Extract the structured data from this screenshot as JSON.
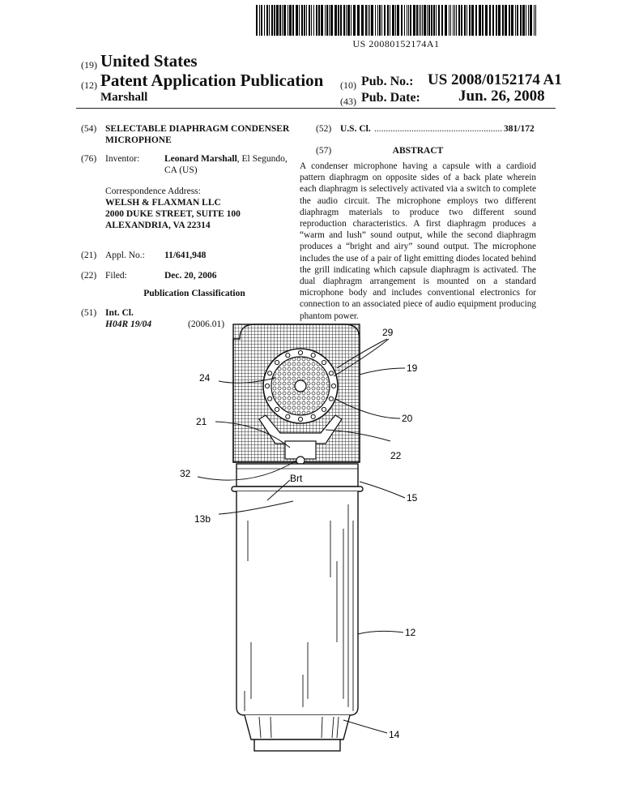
{
  "barcode": {
    "number": "US 20080152174A1"
  },
  "header": {
    "code19": "(19)",
    "country": "United States",
    "code12": "(12)",
    "doc_type": "Patent Application Publication",
    "inventor_surname": "Marshall",
    "code10": "(10)",
    "pub_no_label": "Pub. No.:",
    "pub_no": "US 2008/0152174 A1",
    "code43": "(43)",
    "pub_date_label": "Pub. Date:",
    "pub_date": "Jun. 26, 2008"
  },
  "left_column": {
    "title_code": "(54)",
    "title": "SELECTABLE DIAPHRAGM CONDENSER MICROPHONE",
    "inventor_code": "(76)",
    "inventor_label": "Inventor:",
    "inventor_name": "Leonard Marshall",
    "inventor_location": ", El Segundo, CA (US)",
    "correspondence_label": "Correspondence Address:",
    "correspondence_lines": [
      "WELSH & FLAXMAN LLC",
      "2000 DUKE STREET, SUITE 100",
      "ALEXANDRIA, VA 22314"
    ],
    "appl_code": "(21)",
    "appl_label": "Appl. No.:",
    "appl_no": "11/641,948",
    "filed_code": "(22)",
    "filed_label": "Filed:",
    "filed_date": "Dec. 20, 2006",
    "classification_heading": "Publication Classification",
    "intcl_code": "(51)",
    "intcl_label": "Int. Cl.",
    "intcl_class": "H04R 19/04",
    "intcl_version": "(2006.01)"
  },
  "right_column": {
    "uscl_code": "(52)",
    "uscl_label": "U.S. Cl.",
    "uscl_dots": "........................................................",
    "uscl_value": "381/172",
    "abstract_code": "(57)",
    "abstract_heading": "ABSTRACT",
    "abstract_text": "A condenser microphone having a capsule with a cardioid pattern diaphragm on opposite sides of a back plate wherein each diaphragm is selectively activated via a switch to complete the audio circuit. The microphone employs two different diaphragm materials to produce two different sound reproduction characteristics. A first diaphragm produces a “warm and lush” sound output, while the second diaphragm produces a “bright and airy” sound output. The microphone includes the use of a pair of light emitting diodes located behind the grill indicating which capsule diaphragm is activated. The dual diaphragm arrangement is mounted on a standard microphone body and includes conventional electronics for connection to an associated piece of audio equipment producing phantom power."
  },
  "figure": {
    "switch_label": "Brt",
    "ref_labels": [
      "29",
      "19",
      "24",
      "20",
      "21",
      "22",
      "32",
      "15",
      "13b",
      "12",
      "14"
    ]
  }
}
